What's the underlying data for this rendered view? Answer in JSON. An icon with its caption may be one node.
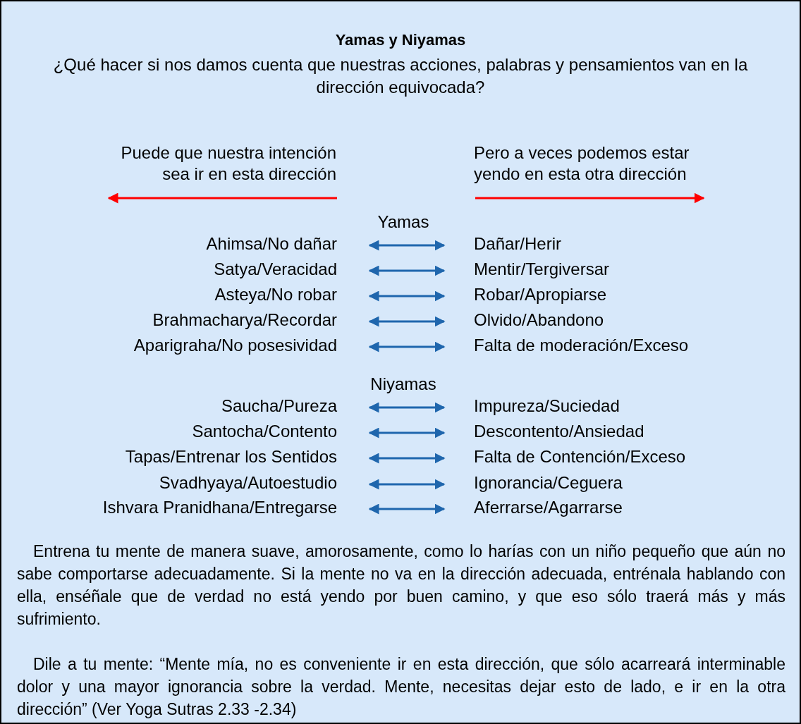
{
  "diagram": {
    "title": "Yamas y Niyamas",
    "nodes": [
      {
        "text": [
          "Ahimsa/No dañar"
        ]
      },
      {
        "text": [
          "Dañar/Herir"
        ]
      },
      {
        "text": [
          "Satya/Veracidad"
        ]
      },
      {
        "text": [
          "Mentir/Tergiversar"
        ]
      },
      {
        "text": [
          "Asteya/No robar"
        ]
      },
      {
        "text": [
          "Robar/Apropiarse"
        ]
      },
      {
        "text": [
          "Brahmacharya/Recordar"
        ]
      },
      {
        "text": [
          "Olvido/Abandono"
        ]
      },
      {
        "text": [
          "Aparigraha/No posesividad"
        ]
      },
      {
        "text": [
          "Falta de moderación/Exceso"
        ]
      },
      {
        "text": [
          "Saucha/Pureza"
        ]
      },
      {
        "text": [
          "Impureza/Suciedad"
        ]
      },
      {
        "text": [
          "Santocha/Contento"
        ]
      },
      {
        "text": [
          "Descontento/Ansiedad"
        ]
      },
      {
        "text": [
          "Tapas/Entrenar los Sentidos"
        ]
      },
      {
        "text": [
          "Falta de Contención/Exceso"
        ]
      },
      {
        "text": [
          "Svadhyaya/Autoestudio"
        ]
      },
      {
        "text": [
          "Ignorancia/Ceguera"
        ]
      },
      {
        "text": [
          "Ishvara Pranidhana/Entregarse"
        ]
      },
      {
        "text": [
          "Aferrarse/Agarrarse"
        ]
      }
    ],
    "edges": [
      {
        "from": 0,
        "to": 1,
        "arrow": "both"
      },
      {
        "from": 2,
        "to": 3,
        "arrow": "both"
      },
      {
        "from": 4,
        "to": 5,
        "arrow": "both"
      },
      {
        "from": 6,
        "to": 7,
        "arrow": "both"
      },
      {
        "from": 8,
        "to": 9,
        "arrow": "both"
      },
      {
        "from": 10,
        "to": 11,
        "arrow": "both"
      },
      {
        "from": 12,
        "to": 13,
        "arrow": "both"
      },
      {
        "from": 14,
        "to": 15,
        "arrow": "both"
      },
      {
        "from": 16,
        "to": 17,
        "arrow": "both"
      },
      {
        "from": 18,
        "to": 19,
        "arrow": "both"
      }
    ],
    "labels": [
      "¿Qué hacer si nos damos cuenta que nuestras acciones, palabras y pensamientos van en la dirección equivocada?",
      "Puede que nuestra intención sea ir en esta dirección",
      "Pero a veces podemos estar yendo en esta otra dirección",
      "Yamas",
      "Niyamas",
      "Entrena tu mente de manera suave, amorosamente, como lo harías con un niño pequeño que aún no sabe comportarse adecuadamente. Si la mente no va en la dirección adecuada, entrénala hablando con ella, enséñale que de verdad no está yendo por buen camino, y que eso sólo traerá más y más sufrimiento.",
      "Dile a tu mente: “Mente mía, no es conveniente ir en esta dirección, que sólo acarreará interminable dolor y una mayor ignorancia sobre la verdad. Mente, necesitas dejar esto de lado, e ir en la otra dirección” (Ver Yoga Sutras 2.33 -2.34)"
    ]
  }
}
